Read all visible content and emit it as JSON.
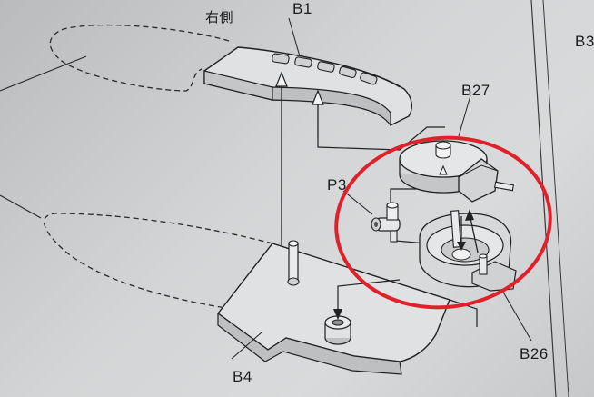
{
  "labels": {
    "side": "右側",
    "b1": "B1",
    "b3": "B3",
    "b4": "B4",
    "b26": "B26",
    "b27": "B27",
    "p3": "P3"
  },
  "colors": {
    "line": "#2a2a2a",
    "highlight_circle": "#e0202a",
    "part_fill": "#e2e4e5",
    "part_shade": "#b4b6b8"
  },
  "icons": {
    "assembly_arrow": "arrow-up-icon"
  }
}
